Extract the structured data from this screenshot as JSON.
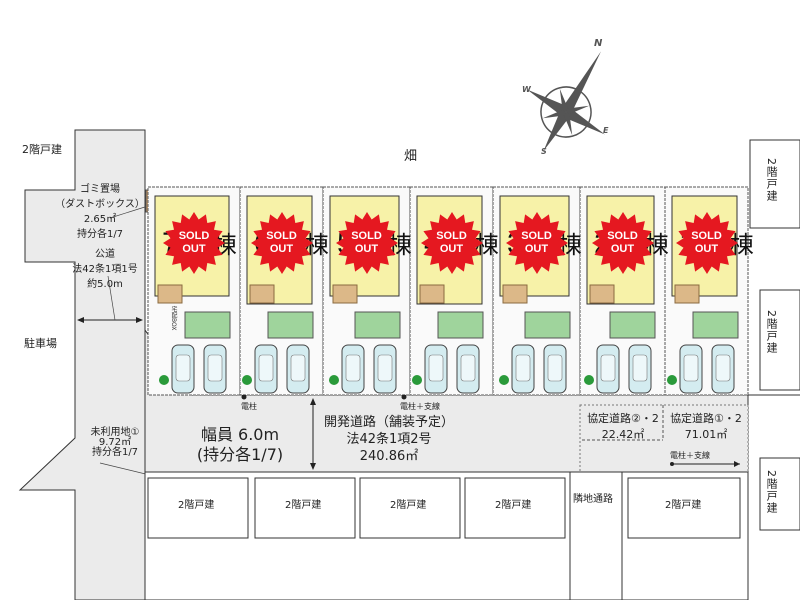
{
  "compass": {
    "n": "N",
    "e": "E",
    "s": "S",
    "w": "W"
  },
  "field_label": "畑",
  "neighbors": {
    "top_left": "2階戸建",
    "parking": "駐車場",
    "right_top": "2階戸建",
    "right_middle": "2階戸建",
    "right_bottom": "2階戸建",
    "bottom": [
      "2階戸建",
      "2階戸建",
      "2階戸建",
      "2階戸建",
      "2階戸建"
    ],
    "adjacent_path": "隣地通路"
  },
  "garbage": {
    "title": "ゴミ置場",
    "sub": "（ダストボックス）",
    "area": "2.65㎡",
    "share": "持分各1/7"
  },
  "public_road": {
    "title": "公道",
    "law": "法42条1項1号",
    "width": "約5.0m"
  },
  "unused_land": {
    "title": "未利用地①",
    "area": "9.72㎡",
    "share": "持分各1/7"
  },
  "dev_road": {
    "width": "幅員 6.0m",
    "share": "(持分各1/7)",
    "title": "開発道路（舗装予定）",
    "law": "法42条1項2号",
    "area": "240.86㎡"
  },
  "utility": {
    "pole": "電柱",
    "pole_guy": "電柱＋支線",
    "pole_guy2": "電柱＋支線"
  },
  "agreement_roads": [
    {
      "label": "協定道路②・2",
      "area": "22.42㎡"
    },
    {
      "label": "協定道路①・2",
      "area": "71.01㎡"
    }
  ],
  "lots": [
    {
      "number": "7",
      "suffix": "棟",
      "status": [
        "SOLD",
        "OUT"
      ]
    },
    {
      "number": "6",
      "suffix": "棟",
      "status": [
        "SOLD",
        "OUT"
      ]
    },
    {
      "number": "5",
      "suffix": "棟",
      "status": [
        "SOLD",
        "OUT"
      ]
    },
    {
      "number": "4",
      "suffix": "棟",
      "status": [
        "SOLD",
        "OUT"
      ]
    },
    {
      "number": "3",
      "suffix": "棟",
      "status": [
        "SOLD",
        "OUT"
      ]
    },
    {
      "number": "2",
      "suffix": "棟",
      "status": [
        "SOLD",
        "OUT"
      ]
    },
    {
      "number": "1",
      "suffix": "棟",
      "status": [
        "SOLD",
        "OUT"
      ]
    }
  ],
  "box_label": "宅配BOX",
  "colors": {
    "road": "#ebebeb",
    "building": "#f7f2a8",
    "sold": "#e51820",
    "lawn": "#9fd49c",
    "car": "#d4ecf0"
  }
}
